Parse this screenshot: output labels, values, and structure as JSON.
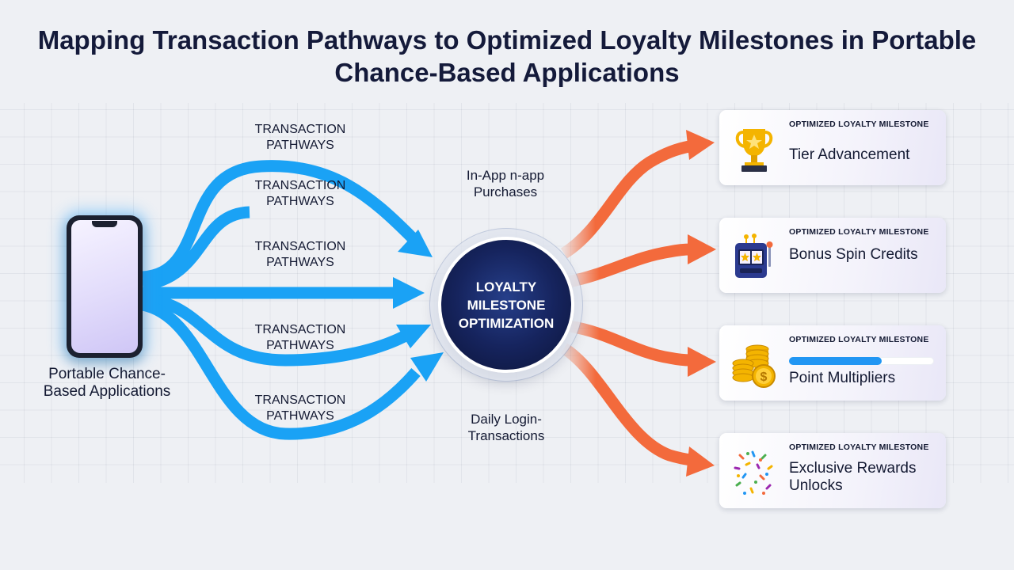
{
  "title": "Mapping Transaction Pathways to Optimized Loyalty Milestones in Portable Chance-Based Applications",
  "source": {
    "label": "Portable Chance-Based Applications",
    "icon": "smartphone-icon"
  },
  "pathways": [
    {
      "label": "TRANSACTION PATHWAYS"
    },
    {
      "label": "TRANSACTION PATHWAYS"
    },
    {
      "label": "TRANSACTION PATHWAYS"
    },
    {
      "label": "TRANSACTION PATHWAYS"
    },
    {
      "label": "TRANSACTION PATHWAYS"
    }
  ],
  "mid_labels": {
    "top": "In-App n-app Purchases",
    "bottom": "Daily Login- Transactions"
  },
  "hub": {
    "label": "LOYALTY MILESTONE OPTIMIZATION"
  },
  "milestones": [
    {
      "kicker": "OPTIMIZED LOYALTY MILESTONE",
      "title": "Tier Advancement",
      "icon": "trophy-icon"
    },
    {
      "kicker": "OPTIMIZED LOYALTY MILESTONE",
      "title": "Bonus Spin Credits",
      "icon": "slot-machine-icon"
    },
    {
      "kicker": "OPTIMIZED LOYALTY MILESTONE",
      "title": "Point Multipliers",
      "icon": "coins-icon",
      "progress": 0.64
    },
    {
      "kicker": "OPTIMIZED LOYALTY MILESTONE",
      "title": "Exclusive Rewards Unlocks",
      "icon": "confetti-icon"
    }
  ],
  "colors": {
    "inbound_flow": "#1aa2f5",
    "outbound_flow": "#f36a3c",
    "hub": "#16245e",
    "title": "#141a3a",
    "progress_fill": "#2196f3"
  }
}
